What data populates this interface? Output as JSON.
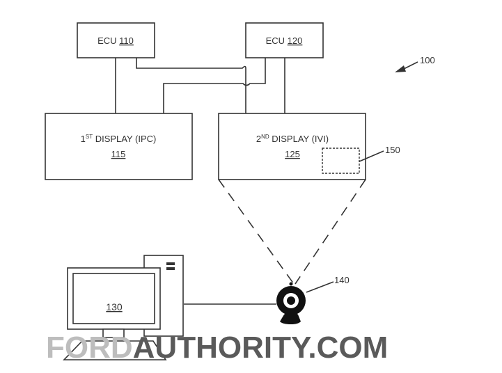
{
  "ecu1": {
    "text": "ECU ",
    "ref": "110"
  },
  "ecu2": {
    "text": "ECU ",
    "ref": "120"
  },
  "display1": {
    "line1_a": "1",
    "line1_sup": "ST",
    "line1_b": " DISPLAY (IPC)",
    "ref": "115"
  },
  "display2": {
    "line1_a": "2",
    "line1_sup": "ND",
    "line1_b": " DISPLAY (IVI)",
    "ref": "125"
  },
  "computer": {
    "ref": "130"
  },
  "camera": {
    "ref": "140"
  },
  "region": {
    "ref": "150"
  },
  "system": {
    "ref": "100"
  },
  "watermark": {
    "part1": "FORD",
    "part2": "AUTHORITY.COM"
  },
  "colors": {
    "line": "#333333",
    "watermark_dark": "#555555",
    "watermark_light": "#bdbdbd"
  }
}
